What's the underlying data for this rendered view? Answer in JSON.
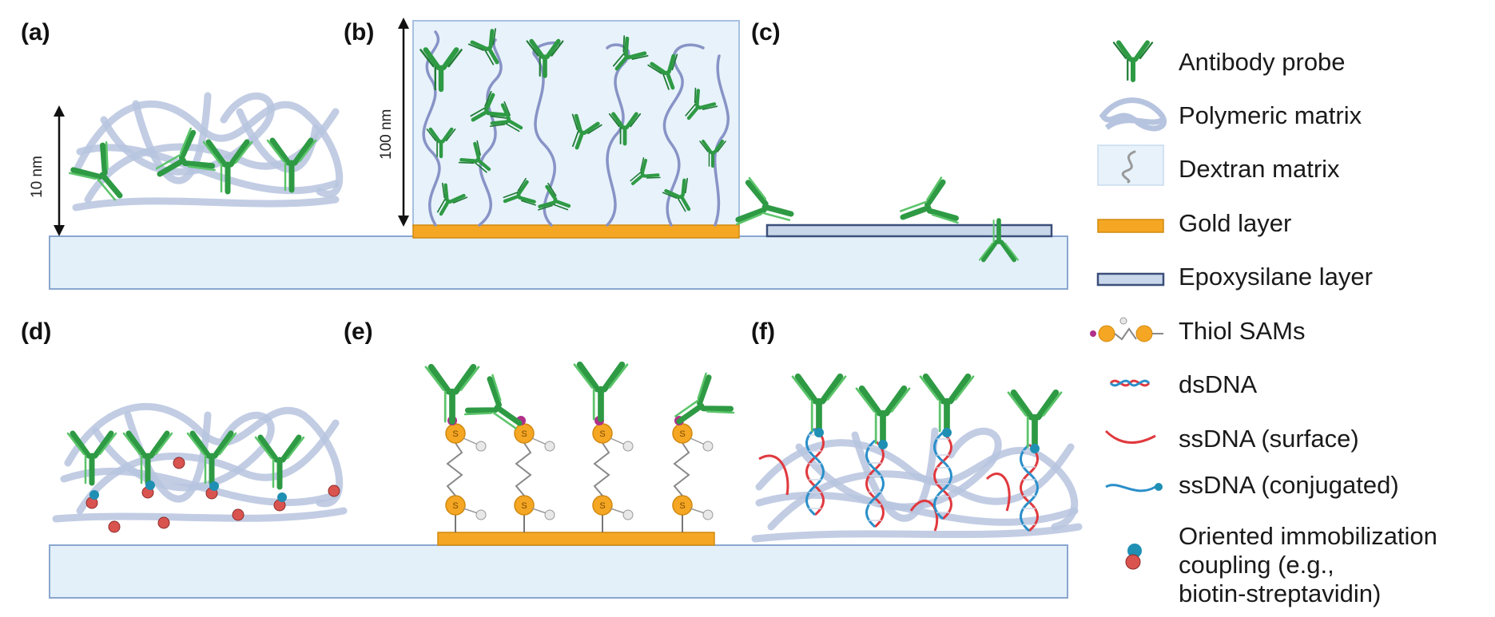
{
  "panels": {
    "a": "(a)",
    "b": "(b)",
    "c": "(c)",
    "d": "(d)",
    "e": "(e)",
    "f": "(f)"
  },
  "scale": {
    "a": "10 nm",
    "b": "100 nm"
  },
  "legend": {
    "antibody": "Antibody probe",
    "polymeric": "Polymeric matrix",
    "dextran": "Dextran matrix",
    "gold": "Gold layer",
    "epoxysilane": "Epoxysilane layer",
    "thiol": "Thiol SAMs",
    "dsdna": "dsDNA",
    "ssdna_surface": "ssDNA (surface)",
    "ssdna_conjugated": "ssDNA (conjugated)",
    "oriented_1": "Oriented immobilization",
    "oriented_2": "coupling (e.g.,",
    "oriented_3": "biotin-streptavidin)"
  },
  "colors": {
    "antibody": "#2e9a44",
    "substrate_fill": "#e3f0fa",
    "substrate_stroke": "#8aa6cf",
    "gold": "#f5a623",
    "epoxysilane": "#b9cbe3",
    "polymer": "#b7c4df",
    "dextran": "#8893c6",
    "thiol": "#f5a623",
    "dna_red": "#e0393e",
    "dna_blue": "#2a8fc9",
    "biotin": "#d9534f",
    "streptavidin": "#1f8fb3"
  }
}
